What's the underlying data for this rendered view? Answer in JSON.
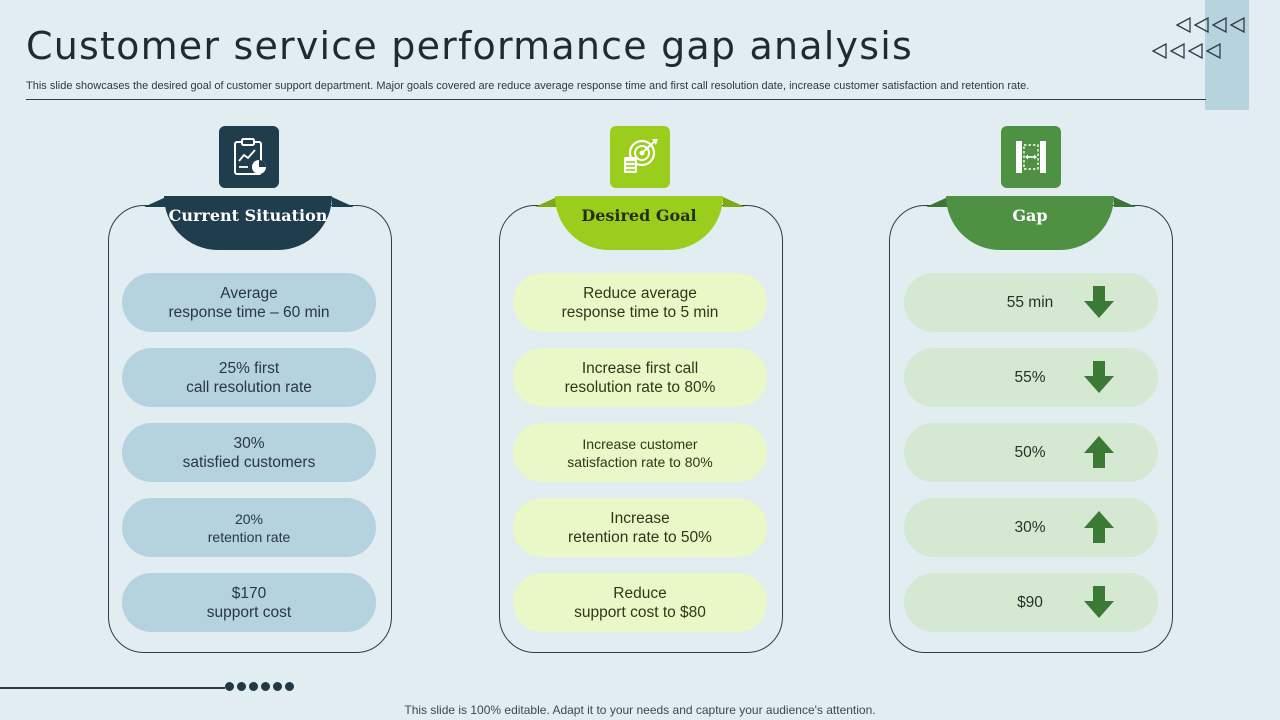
{
  "header": {
    "title": "Customer service performance gap analysis",
    "subtitle": "This slide showcases the desired goal of customer support department. Major goals covered are reduce average response time and first call resolution date, increase customer satisfaction and retention rate."
  },
  "columns": {
    "current": {
      "label": "Current Situation",
      "icon": "clipboard-chart-icon",
      "items": [
        "Average\nresponse time – 60 min",
        "25% first\ncall resolution rate",
        "30%\nsatisfied customers",
        "20%\nretention rate",
        "$170\nsupport cost"
      ]
    },
    "goal": {
      "label": "Desired Goal",
      "icon": "target-icon",
      "items": [
        "Reduce average\nresponse time to 5 min",
        "Increase first call\nresolution rate to 80%",
        "Increase customer\nsatisfaction rate to 80%",
        "Increase\nretention rate to 50%",
        "Reduce\nsupport cost to $80"
      ]
    },
    "gap": {
      "label": "Gap",
      "icon": "width-gap-icon",
      "items": [
        "55 min",
        "55%",
        "50%",
        "30%",
        "$90"
      ],
      "directions": [
        "down",
        "down",
        "up",
        "up",
        "down"
      ]
    }
  },
  "colors": {
    "current_dark": "#1f3d4d",
    "goal_green": "#9acd1c",
    "gap_green": "#4e9142",
    "arrow_green": "#3b7a35"
  },
  "footer": {
    "text": "This slide is 100% editable. Adapt it to your needs and capture your audience's attention."
  }
}
